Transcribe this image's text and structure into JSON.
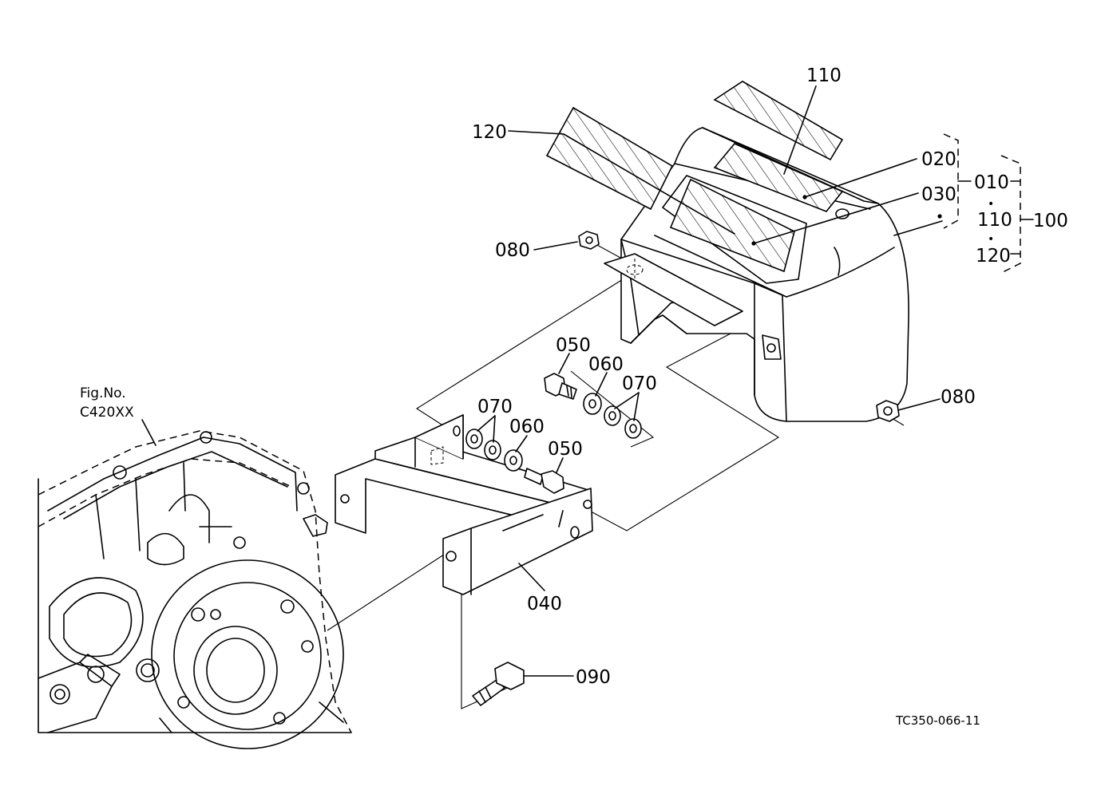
{
  "figure_ref": {
    "line1": "Fig.No.",
    "line2": "C420XX"
  },
  "drawing_code": "TC350-066-11",
  "callouts": {
    "p110": "110",
    "p120": "120",
    "p020": "020",
    "p030": "030",
    "p080_top": "080",
    "p080_right": "080",
    "p050_upper": "050",
    "p060_upper": "060",
    "p070_upper": "070",
    "p070_lower": "070",
    "p060_lower": "060",
    "p050_lower": "050",
    "p040": "040",
    "p090": "090"
  },
  "assembly_group": {
    "g010": "010",
    "g110": "110",
    "g120": "120",
    "g100": "100",
    "sep1": "•",
    "sep2": "•"
  }
}
